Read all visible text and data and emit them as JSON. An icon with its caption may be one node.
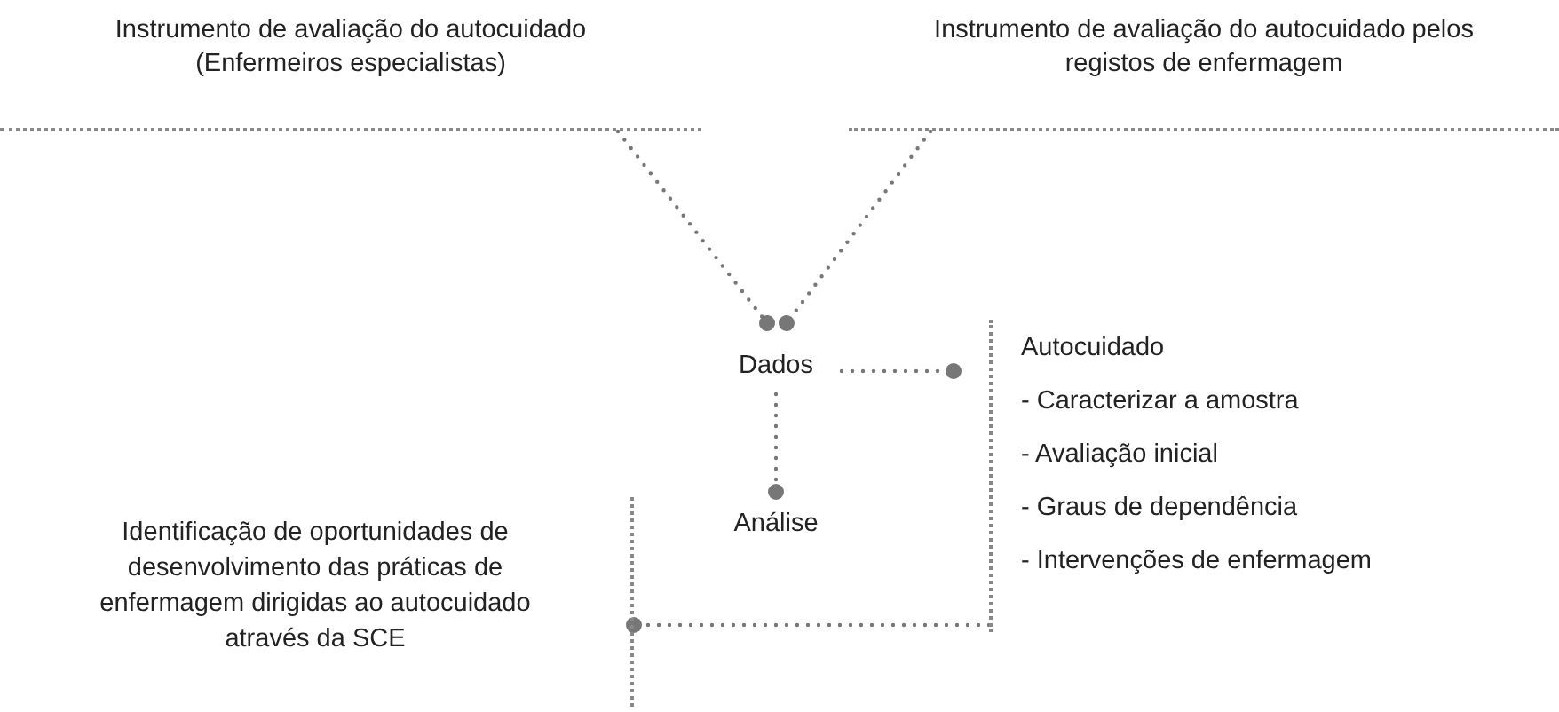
{
  "diagram": {
    "nodes": [
      {
        "text": [
          "Instrumento de avaliação do autocuidado (Enfermeiros especialistas)"
        ]
      },
      {
        "text": [
          "Instrumento de avaliação do autocuidado pelos registos de enfermagem"
        ]
      },
      {
        "text": [
          "Dados"
        ]
      },
      {
        "text": [
          "Autocuidado",
          "- Caracterizar a amostra",
          "- Avaliação inicial",
          "- Graus de dependência",
          "- Intervenções de enfermagem"
        ]
      },
      {
        "text": [
          "Análise"
        ]
      },
      {
        "text": [
          "Identificação de oportunidades de desenvolvimento das práticas de enfermagem dirigidas ao autocuidado através da SCE"
        ]
      }
    ],
    "edges": [
      {
        "from": 0,
        "to": 2,
        "arrow": "other",
        "style": "dashed"
      },
      {
        "from": 1,
        "to": 2,
        "arrow": "other",
        "style": "dashed"
      },
      {
        "from": 2,
        "to": 3,
        "arrow": "other",
        "style": "dashed"
      },
      {
        "from": 2,
        "to": 4,
        "arrow": "other",
        "style": "dashed"
      },
      {
        "from": 3,
        "to": 5,
        "arrow": "other",
        "style": "dashed"
      }
    ]
  }
}
